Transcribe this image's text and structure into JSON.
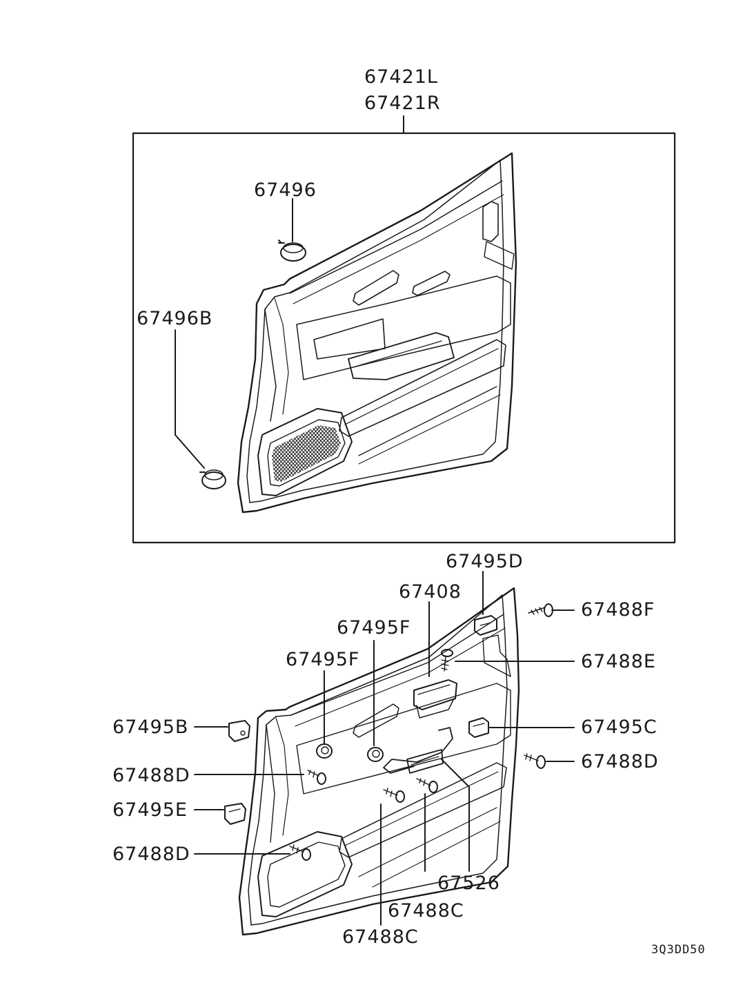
{
  "diagram": {
    "code": "3Q3DD50",
    "labels": {
      "trim_left": "67421L",
      "trim_right": "67421R",
      "clip_67496": "67496",
      "clip_67496b": "67496B",
      "p67495d": "67495D",
      "p67408": "67408",
      "p67488f": "67488F",
      "p67495f_upper": "67495F",
      "p67495f_lower": "67495F",
      "p67488e": "67488E",
      "p67495b": "67495B",
      "p67495c": "67495C",
      "p67488d_left": "67488D",
      "p67488d_right": "67488D",
      "p67495e": "67495E",
      "p67488d_bottom": "67488D",
      "p67526": "67526",
      "p67488c_inner": "67488C",
      "p67488c_outer": "67488C"
    }
  }
}
